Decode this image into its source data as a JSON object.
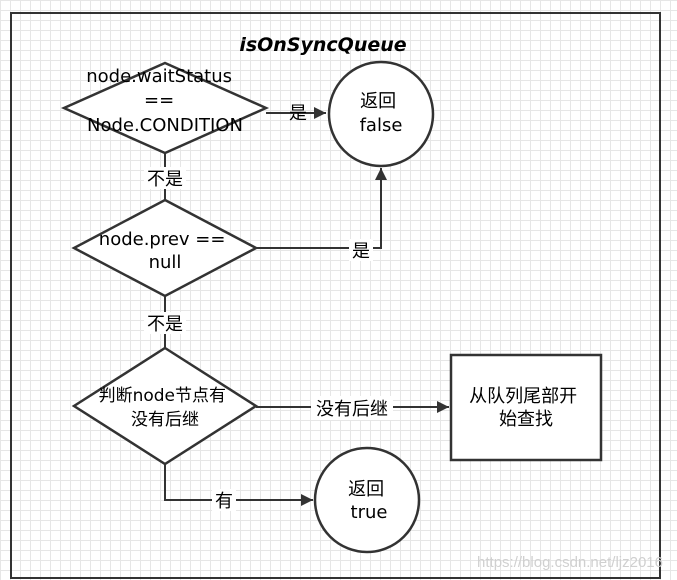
{
  "title": "isOnSyncQueue",
  "decisions": {
    "wait_status": {
      "lines": [
        "node.waitStatus",
        "==",
        "Node.CONDITION"
      ]
    },
    "prev_null": {
      "lines": [
        "node.prev ==",
        "null"
      ]
    },
    "has_successor": {
      "lines": [
        "判断node节点有",
        "没有后继"
      ]
    }
  },
  "terminals": {
    "return_false": {
      "lines": [
        "返回",
        "false"
      ]
    },
    "return_true": {
      "lines": [
        "返回",
        "true"
      ]
    }
  },
  "process": {
    "search_from_tail": {
      "lines": [
        "从队列尾部开",
        "始查找"
      ]
    }
  },
  "edge_labels": {
    "yes_1": "是",
    "no_1": "不是",
    "yes_2": "是",
    "no_2": "不是",
    "no_successor": "没有后继",
    "has": "有"
  },
  "watermark": "https://blog.csdn.net/ljz2016"
}
